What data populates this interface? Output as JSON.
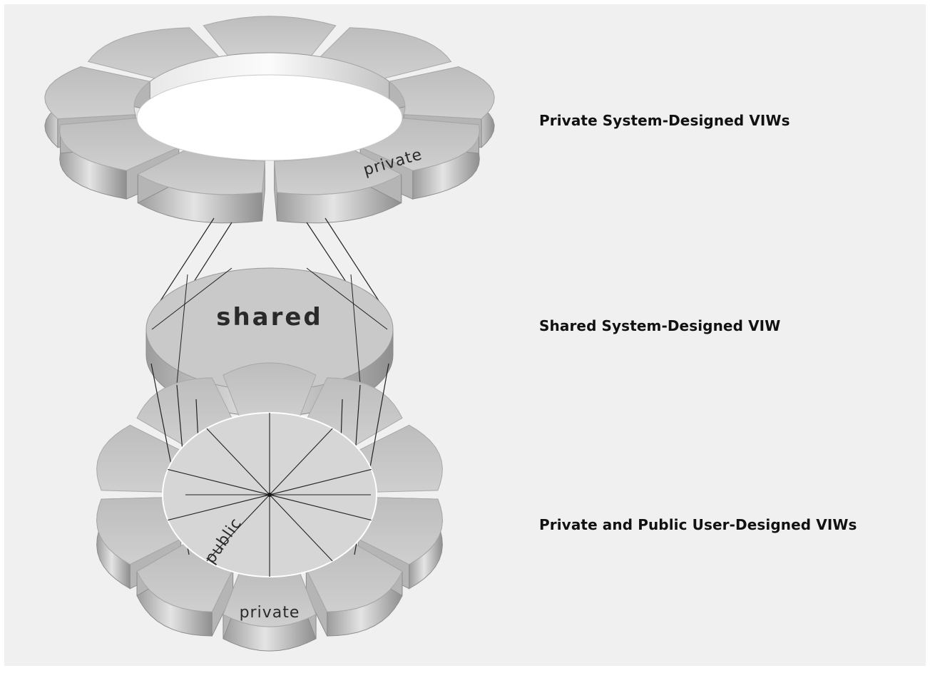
{
  "diagram": {
    "labels": {
      "top_private": "private",
      "shared": "shared",
      "bottom_public": "public",
      "bottom_private": "private"
    },
    "captions": {
      "top": "Private System-Designed VIWs",
      "middle": "Shared System-Designed VIW",
      "bottom": "Private and Public User-Designed VIWs"
    },
    "colors": {
      "background": "#f0f0f0",
      "frame": "#ffffff",
      "block_top": "#c8c8c8",
      "block_side_light": "#dcdcdc",
      "block_side_dark": "#9e9e9e",
      "line": "#222222"
    }
  }
}
